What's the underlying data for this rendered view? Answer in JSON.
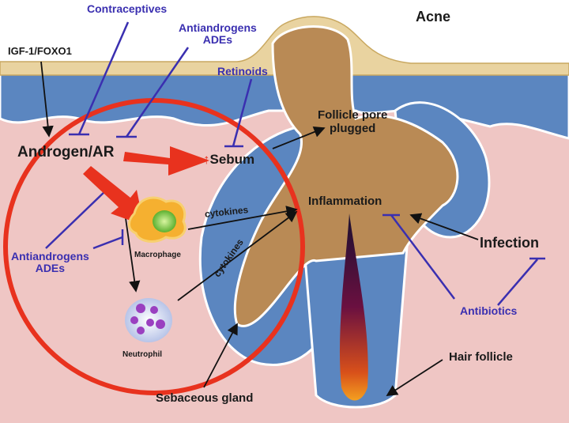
{
  "title": "Acne",
  "labels": {
    "igf": "IGF-1/FOXO1",
    "contraceptives": "Contraceptives",
    "antiandrogens_top_1": "Antiandrogens",
    "antiandrogens_top_2": "ADEs",
    "retinoids": "Retinoids",
    "androgen": "Androgen/AR",
    "sebum": "Sebum",
    "sebum_up": "↑",
    "follicle_1": "Follicle pore",
    "follicle_2": "plugged",
    "inflammation": "Inflammation",
    "cytokines_1": "cytokines",
    "cytokines_2": "cytokines",
    "macrophage": "Macrophage",
    "neutrophil": "Neutrophil",
    "antiandrogens_left_1": "Antiandrogens",
    "antiandrogens_left_2": "ADEs",
    "infection": "Infection",
    "antibiotics": "Antibiotics",
    "hair_follicle": "Hair follicle",
    "sebaceous_gland": "Sebaceous gland"
  },
  "colors": {
    "highlight": "#e8321e",
    "inhibitor": "#3a2fb0",
    "epidermis": "#e9d3a0",
    "blue_layer": "#5b86c0",
    "dermis": "#efc6c4",
    "sebum": "#b98a55"
  }
}
